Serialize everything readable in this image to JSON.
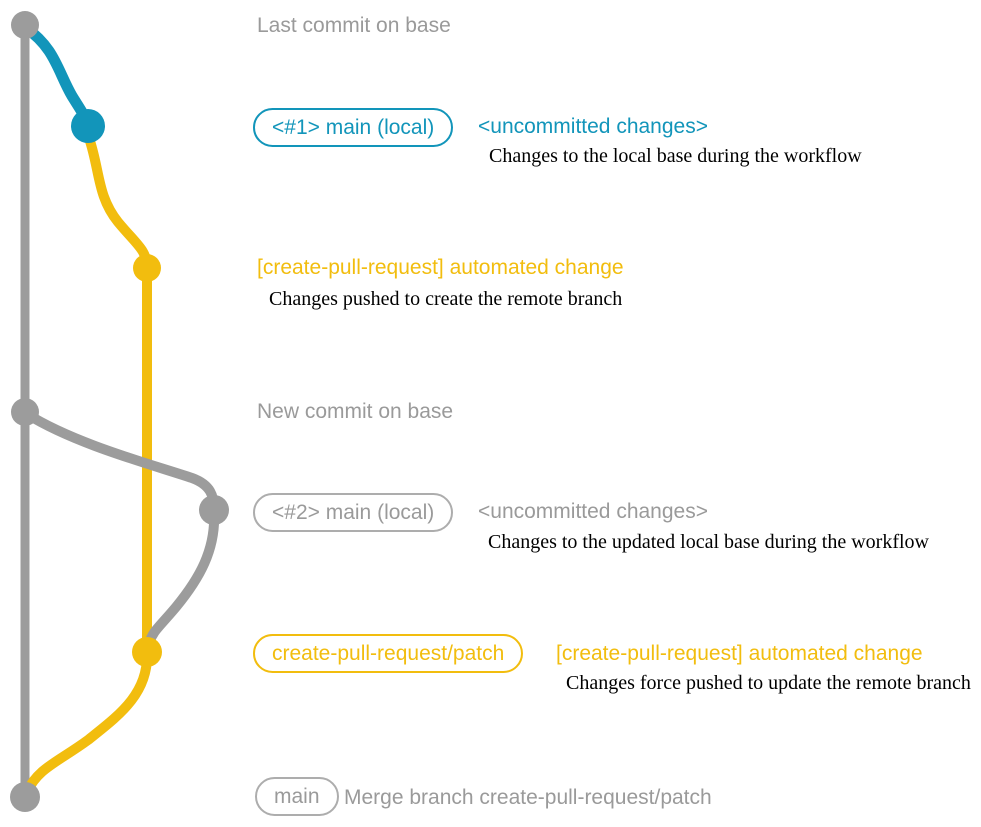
{
  "colors": {
    "bg": "#ffffff",
    "gray": "#9c9c9c",
    "grayText": "#9a9a9a",
    "grayBorder": "#adadad",
    "blue": "#1295ba",
    "yellow": "#f2bd0e",
    "ink": "#000000"
  },
  "annotations": {
    "row0": {
      "label": "Last commit on base"
    },
    "row1": {
      "badge": "<#1> main (local)",
      "title": "<uncommitted changes>",
      "desc": "Changes to the local base during the workflow"
    },
    "row2": {
      "title": "[create-pull-request] automated change",
      "desc": "Changes pushed to create the remote branch"
    },
    "row3": {
      "label": "New commit on base"
    },
    "row4": {
      "badge": "<#2> main (local)",
      "title": "<uncommitted changes>",
      "desc": "Changes to the updated local base during the workflow"
    },
    "row5": {
      "badge": "create-pull-request/patch",
      "title": "[create-pull-request] automated change",
      "desc": "Changes force pushed to update the remote branch"
    },
    "row6": {
      "badge": "main",
      "title": "Merge branch create-pull-request/patch"
    }
  }
}
